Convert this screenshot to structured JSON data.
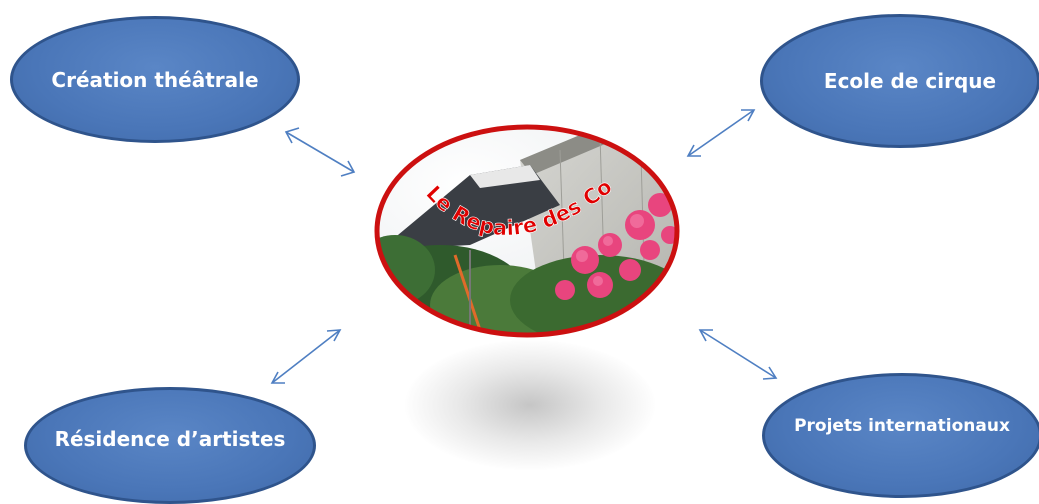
{
  "nodes": {
    "creation": "Création théâtrale",
    "ecole": "Ecole de cirque",
    "residence": "Résidence d’artistes",
    "projets": "Projets internationaux"
  },
  "center": {
    "title": "Le Repaire des Contraires"
  },
  "colors": {
    "node_fill": "#4a76b8",
    "node_border": "#2f548c",
    "arrow": "#4f7fc2",
    "center_border": "#cc1010",
    "center_title": "#e00000"
  }
}
